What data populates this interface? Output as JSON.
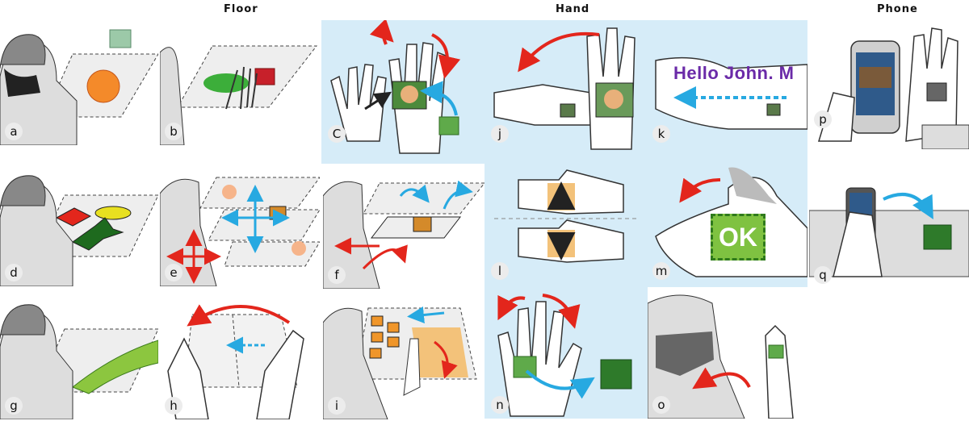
{
  "headers": {
    "floor": "Floor",
    "hand": "Hand",
    "phone": "Phone"
  },
  "panels": [
    {
      "id": "a",
      "label": "a"
    },
    {
      "id": "b",
      "label": "b"
    },
    {
      "id": "c",
      "label": "C"
    },
    {
      "id": "d",
      "label": "d"
    },
    {
      "id": "e",
      "label": "e"
    },
    {
      "id": "f",
      "label": "f"
    },
    {
      "id": "g",
      "label": "g"
    },
    {
      "id": "h",
      "label": "h"
    },
    {
      "id": "i",
      "label": "i"
    },
    {
      "id": "j",
      "label": "j"
    },
    {
      "id": "k",
      "label": "k"
    },
    {
      "id": "l",
      "label": "l"
    },
    {
      "id": "m",
      "label": "m"
    },
    {
      "id": "n",
      "label": "n"
    },
    {
      "id": "o",
      "label": "o"
    },
    {
      "id": "p",
      "label": "p"
    },
    {
      "id": "q",
      "label": "q"
    }
  ],
  "texts": {
    "hello": "Hello John. M",
    "ok": "OK"
  },
  "colors": {
    "hand_bg": "#d6ecf8",
    "red_arrow": "#e3261c",
    "blue_arrow": "#27a9e1",
    "green": "#7fc241",
    "orange": "#f3a33c"
  }
}
